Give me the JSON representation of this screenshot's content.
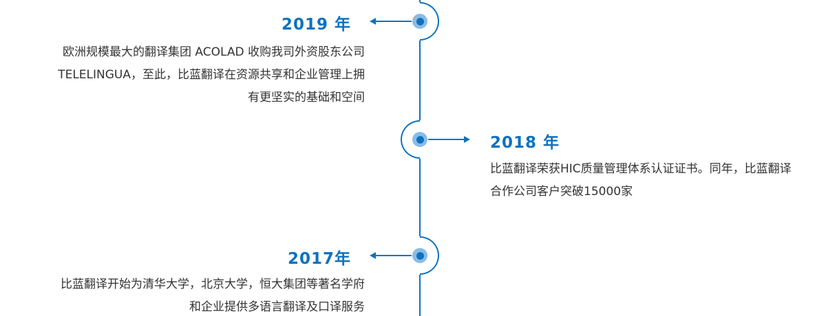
{
  "theme": {
    "accent": "#0d72bf",
    "node_halo": "#8abce7",
    "text_color": "#333333",
    "background": "#ffffff"
  },
  "timeline": {
    "items": [
      {
        "year": "2019 年",
        "side": "left",
        "lines": [
          "欧洲规模最大的翻译集团 ACOLAD 收购我司外资股东公司",
          "TELELINGUA，至此，比蓝翻译在资源共享和企业管理上拥",
          "有更坚实的基础和空间"
        ]
      },
      {
        "year": "2018 年",
        "side": "right",
        "lines": [
          "比蓝翻译荣获HIC质量管理体系认证证书。同年，比蓝翻译",
          "合作公司客户突破15000家"
        ]
      },
      {
        "year": "2017年",
        "side": "left",
        "lines": [
          "比蓝翻译开始为清华大学，北京大学，恒大集团等著名学府",
          "和企业提供多语言翻译及口译服务"
        ]
      }
    ]
  }
}
